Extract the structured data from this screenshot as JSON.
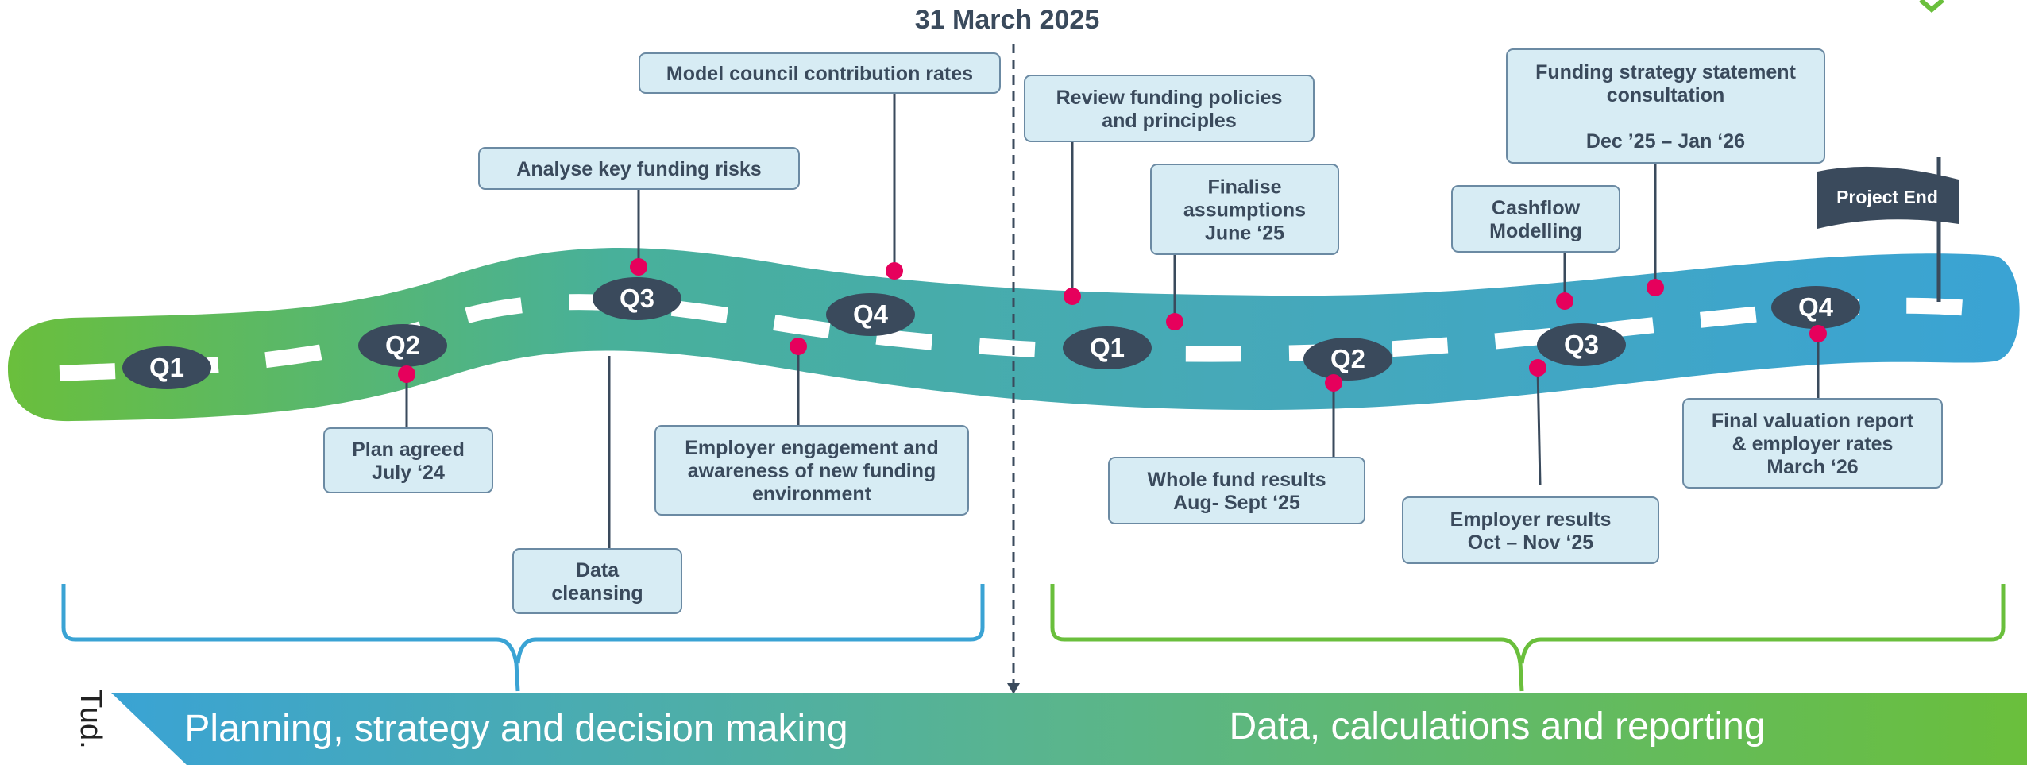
{
  "header": {
    "date_label": "31 March 2025"
  },
  "quarters": [
    "Q1",
    "Q2",
    "Q3",
    "Q4",
    "Q1",
    "Q2",
    "Q3",
    "Q4"
  ],
  "flag": {
    "label": "Project End"
  },
  "boxes": {
    "model_rates": [
      "Model council contribution rates"
    ],
    "analyse_risks": [
      "Analyse key funding risks"
    ],
    "plan_agreed": [
      "Plan agreed",
      "July ‘24"
    ],
    "data_cleansing": [
      "Data",
      "cleansing"
    ],
    "employer_engagement": [
      "Employer engagement and",
      "awareness of new funding",
      "environment"
    ],
    "review_policies": [
      "Review funding policies",
      "and principles"
    ],
    "finalise_assumptions": [
      "Finalise",
      "assumptions",
      "June ‘25"
    ],
    "funding_strategy": [
      "Funding strategy statement",
      "consultation",
      "",
      "Dec ’25 – Jan ‘26"
    ],
    "cashflow": [
      "Cashflow",
      "Modelling"
    ],
    "whole_fund": [
      "Whole fund results",
      "Aug- Sept ‘25"
    ],
    "employer_results": [
      "Employer results",
      "Oct –  Nov ‘25"
    ],
    "final_report": [
      "Final valuation report",
      "& employer rates",
      "March ‘26"
    ]
  },
  "phases": {
    "left": "Planning, strategy and decision making",
    "right": "Data, calculations and reporting"
  },
  "side_text": "Tud.",
  "colors": {
    "green": "#6abf3c",
    "blue": "#3aa3d4",
    "navy": "#3a4a5c",
    "pink": "#e6005c",
    "box_fill": "#d7ecf4",
    "box_border": "#6b8aa3"
  }
}
